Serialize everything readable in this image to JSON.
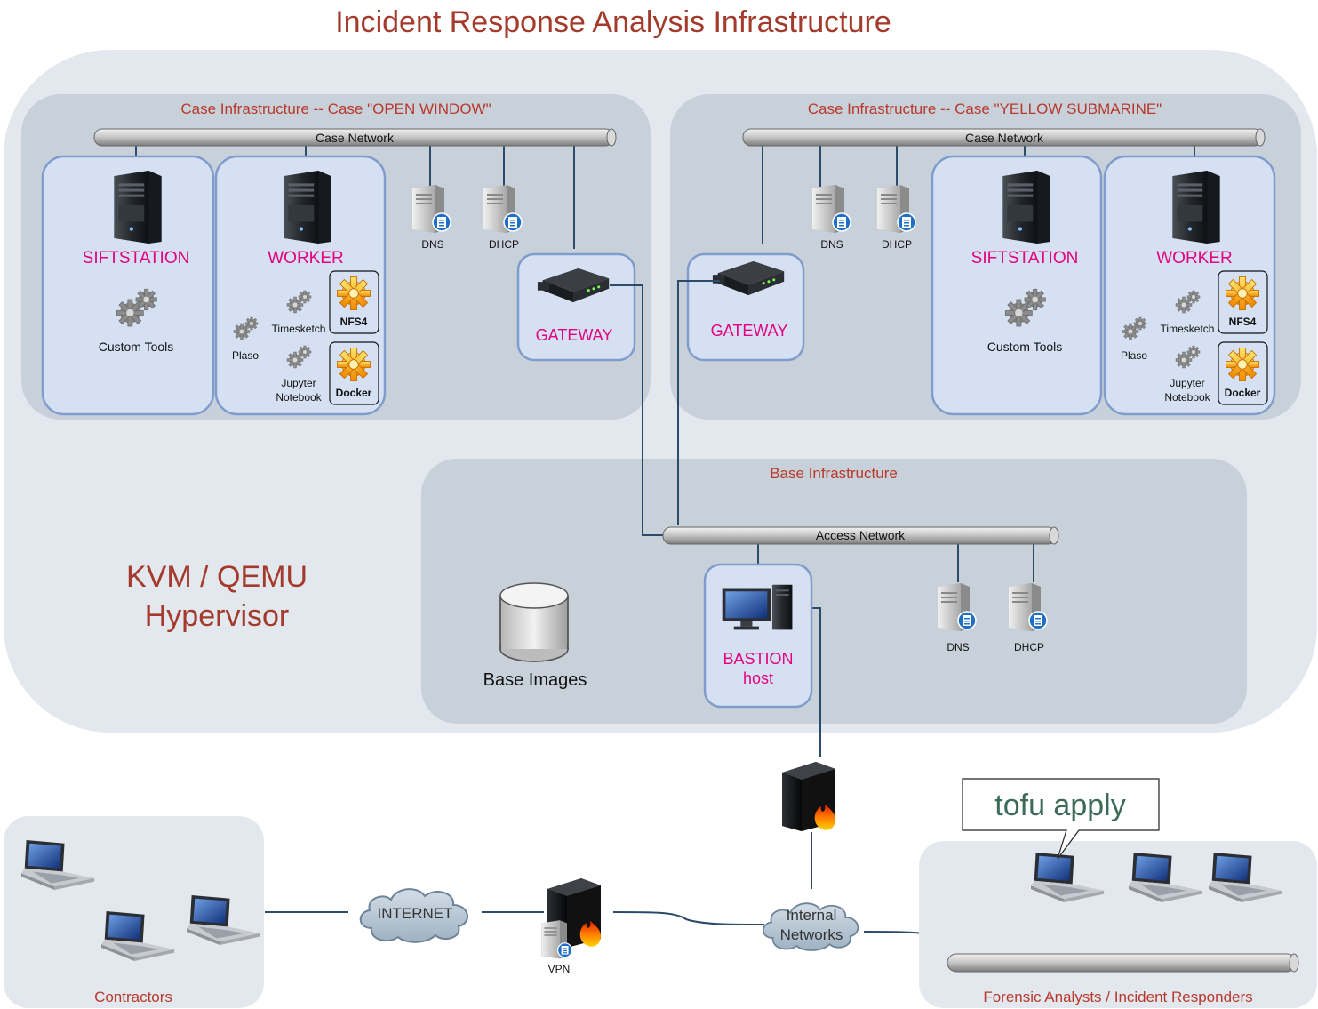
{
  "title": "Incident Response Analysis Infrastructure",
  "hypervisor": {
    "line1": "KVM / QEMU",
    "line2": "Hypervisor"
  },
  "case_left": {
    "label": "Case Infrastructure -- Case \"OPEN WINDOW\"",
    "network": "Case Network",
    "siftstation": {
      "label": "SIFTSTATION",
      "tools": "Custom Tools"
    },
    "worker": {
      "label": "WORKER",
      "plaso": "Plaso",
      "timesketch": "Timesketch",
      "jupyter1": "Jupyter",
      "jupyter2": "Notebook",
      "nfs": "NFS4",
      "docker": "Docker"
    },
    "dns": "DNS",
    "dhcp": "DHCP",
    "gateway": "GATEWAY"
  },
  "case_right": {
    "label": "Case Infrastructure -- Case \"YELLOW SUBMARINE\"",
    "network": "Case Network",
    "siftstation": {
      "label": "SIFTSTATION",
      "tools": "Custom Tools"
    },
    "worker": {
      "label": "WORKER",
      "plaso": "Plaso",
      "timesketch": "Timesketch",
      "jupyter1": "Jupyter",
      "jupyter2": "Notebook",
      "nfs": "NFS4",
      "docker": "Docker"
    },
    "dns": "DNS",
    "dhcp": "DHCP",
    "gateway": "GATEWAY"
  },
  "base": {
    "label": "Base Infrastructure",
    "network": "Access Network",
    "images": "Base Images",
    "bastion1": "BASTION",
    "bastion2": "host",
    "dns": "DNS",
    "dhcp": "DHCP"
  },
  "external": {
    "contractors": "Contractors",
    "internet": "INTERNET",
    "vpn": "VPN",
    "internal1": "Internal",
    "internal2": "Networks",
    "analysts": "Forensic Analysts / Incident Responders",
    "callout": "tofu apply"
  },
  "colors": {
    "title": "#a33a2c",
    "label_red": "#b8392b",
    "host_pink": "#e5007f",
    "panel_outer": "#e3e8ee",
    "panel_inner": "#c8d1da",
    "host_box": "#d5e1f2",
    "host_border": "#7f9ccc",
    "callout_text": "#3c6b57"
  }
}
